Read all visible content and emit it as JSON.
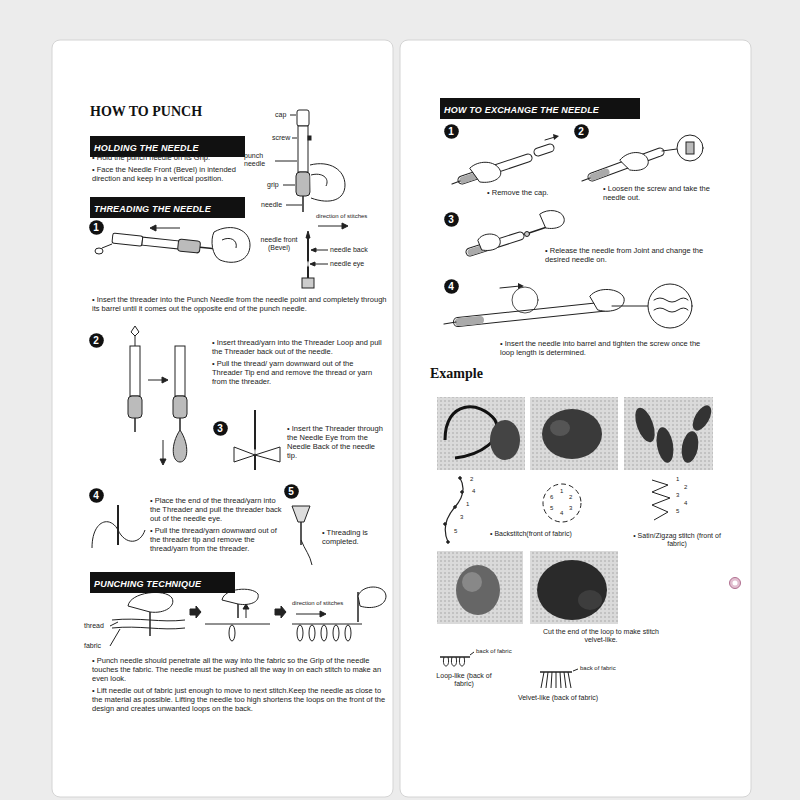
{
  "diagram": {
    "title": "HOW TO PUNCH",
    "nodes": [
      {
        "text": [
          "HOLDING THE NEEDLE"
        ]
      },
      {
        "text": [
          "THREADING THE NEEDLE"
        ]
      },
      {
        "text": [
          "1"
        ]
      },
      {
        "text": [
          "2"
        ]
      },
      {
        "text": [
          "3"
        ]
      },
      {
        "text": [
          "4"
        ]
      },
      {
        "text": [
          "5"
        ]
      },
      {
        "text": [
          "PUNCHING TECHNIQUE"
        ]
      },
      {
        "text": [
          "HOW TO EXCHANGE THE NEEDLE"
        ]
      },
      {
        "text": [
          "1"
        ]
      },
      {
        "text": [
          "2"
        ]
      },
      {
        "text": [
          "3"
        ]
      },
      {
        "text": [
          "4"
        ]
      }
    ],
    "labels": [
      "• Hold the punch needle on its Grip.",
      "• Face the Needle Front (Bevel) in intended direction and keep in a vertical position.",
      "cap",
      "screw",
      "punch needle",
      "grip",
      "needle",
      "direction of stitches",
      "needle front (Bevel)",
      "needle back",
      "needle eye",
      "• Insert the threader into the Punch Needle from the needle point and completely through its barrel until it comes out the opposite end of the punch needle.",
      "• Insert thread/yarn into the Threader Loop and pull the Threader back out of the needle.",
      "• Pull the thread/ yarn downward out of the Threader Tip end and remove the thread or yarn from the threader.",
      "• Insert the Threader through the Needle Eye from the Needle Back of the needle tip.",
      "• Place the end of the thread/yarn into the Threader and pull the threader back out of the needle eye.",
      "• Pull the thread/yarn downward out of the threader tip and remove the thread/yarn from the threader.",
      "• Threading is completed.",
      "thread",
      "fabric",
      "direction of stitches",
      "• Punch needle should penetrate all the way into the fabric so the Grip of the needle touches the fabric. The needle must be pushed all the way in on each stitch to make an even look.",
      "• Lift needle out of fabric just enough to move to next stitch.Keep the needle as close to the material as possible. Lifting the needle too high shortens the loops on the front of the design and creates unwanted loops on the back.",
      "• Remove the cap.",
      "• Loosen the screw and take the needle out.",
      "• Release the needle from Joint and change the desired needle on.",
      "• Insert the needle into barrel and tighten the screw once the loop length is determined.",
      "Example",
      "2",
      "4",
      "1",
      "3",
      "5",
      "1",
      "2",
      "3",
      "4",
      "5",
      "6",
      "• Backstitch(front of fabric)",
      "1",
      "2",
      "3",
      "4",
      "5",
      "• Satin/Zigzag stitch (front of fabric)",
      "Cut the end of the loop to make stitch velvet-like.",
      "back of fabric",
      "Loop-like (back of fabric)",
      "back of fabric",
      "Velvet-like (back of fabric)"
    ]
  }
}
